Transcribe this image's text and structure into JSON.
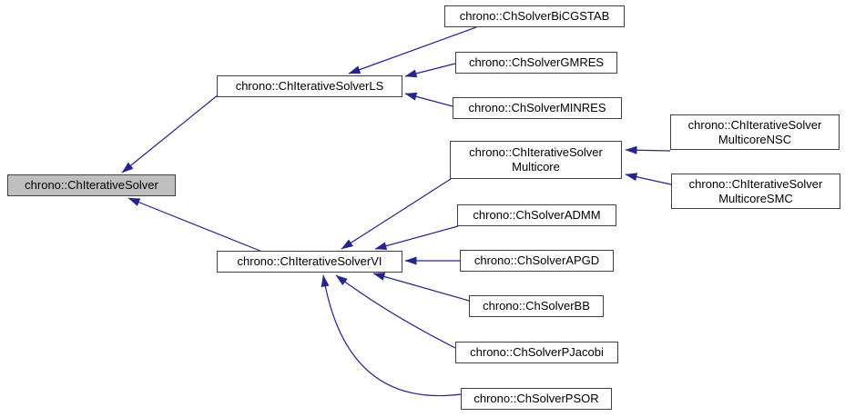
{
  "diagram_type": "class-inheritance-graph",
  "colors": {
    "background": "#ffffff",
    "edge": "#24248f",
    "node_border": "#404040",
    "node_fill": "#ffffff",
    "highlight_fill": "#bfbfbf",
    "text": "#000000"
  },
  "nodes": {
    "root": {
      "label": "chrono::ChIterativeSolver",
      "highlighted": true
    },
    "ls": {
      "label": "chrono::ChIterativeSolverLS"
    },
    "vi": {
      "label": "chrono::ChIterativeSolverVI"
    },
    "bicgstab": {
      "label": "chrono::ChSolverBiCGSTAB"
    },
    "gmres": {
      "label": "chrono::ChSolverGMRES"
    },
    "minres": {
      "label": "chrono::ChSolverMINRES"
    },
    "multicore": {
      "line1": "chrono::ChIterativeSolver",
      "line2": "Multicore"
    },
    "multicore_nsc": {
      "line1": "chrono::ChIterativeSolver",
      "line2": "MulticoreNSC"
    },
    "multicore_smc": {
      "line1": "chrono::ChIterativeSolver",
      "line2": "MulticoreSMC"
    },
    "admm": {
      "label": "chrono::ChSolverADMM"
    },
    "apgd": {
      "label": "chrono::ChSolverAPGD"
    },
    "bb": {
      "label": "chrono::ChSolverBB"
    },
    "pjacobi": {
      "label": "chrono::ChSolverPJacobi"
    },
    "psor": {
      "label": "chrono::ChSolverPSOR"
    }
  },
  "edges": [
    {
      "derived": "chrono::ChIterativeSolverLS",
      "base": "chrono::ChIterativeSolver"
    },
    {
      "derived": "chrono::ChIterativeSolverVI",
      "base": "chrono::ChIterativeSolver"
    },
    {
      "derived": "chrono::ChSolverBiCGSTAB",
      "base": "chrono::ChIterativeSolverLS"
    },
    {
      "derived": "chrono::ChSolverGMRES",
      "base": "chrono::ChIterativeSolverLS"
    },
    {
      "derived": "chrono::ChSolverMINRES",
      "base": "chrono::ChIterativeSolverLS"
    },
    {
      "derived": "chrono::ChIterativeSolverMulticore",
      "base": "chrono::ChIterativeSolverVI"
    },
    {
      "derived": "chrono::ChSolverADMM",
      "base": "chrono::ChIterativeSolverVI"
    },
    {
      "derived": "chrono::ChSolverAPGD",
      "base": "chrono::ChIterativeSolverVI"
    },
    {
      "derived": "chrono::ChSolverBB",
      "base": "chrono::ChIterativeSolverVI"
    },
    {
      "derived": "chrono::ChSolverPJacobi",
      "base": "chrono::ChIterativeSolverVI"
    },
    {
      "derived": "chrono::ChSolverPSOR",
      "base": "chrono::ChIterativeSolverVI"
    },
    {
      "derived": "chrono::ChIterativeSolverMulticoreNSC",
      "base": "chrono::ChIterativeSolverMulticore"
    },
    {
      "derived": "chrono::ChIterativeSolverMulticoreSMC",
      "base": "chrono::ChIterativeSolverMulticore"
    }
  ]
}
